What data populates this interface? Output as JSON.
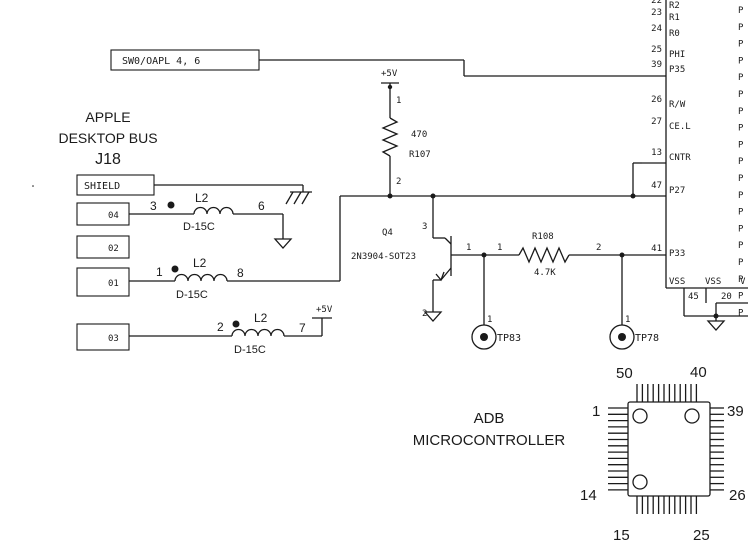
{
  "title_block": {
    "line1": "APPLE",
    "line2": "DESKTOP BUS",
    "line3": "J18"
  },
  "connector_pins": {
    "shield": "SHIELD",
    "pin4": "04",
    "pin2": "02",
    "pin1": "01",
    "pin3": "03"
  },
  "offpage": {
    "label": "SW0/OAPL 4, 6"
  },
  "inductors": {
    "a": {
      "ref": "L2",
      "type": "D-15C",
      "pin_left": "3",
      "pin_right": "6"
    },
    "b": {
      "ref": "L2",
      "type": "D-15C",
      "pin_left": "1",
      "pin_right": "8"
    },
    "c": {
      "ref": "L2",
      "type": "D-15C",
      "pin_left": "2",
      "pin_right": "7"
    }
  },
  "power": {
    "vcc1": "+5V",
    "vcc2": "+5V"
  },
  "r107": {
    "value": "470",
    "ref": "R107",
    "pin_top": "1",
    "pin_bottom": "2"
  },
  "q4": {
    "ref": "Q4",
    "part": "2N3904-SOT23",
    "pin_c": "3",
    "pin_e": "2",
    "pin_b": "1"
  },
  "r108": {
    "ref": "R108",
    "value": "4.7K",
    "pin_left": "1",
    "pin_right": "2"
  },
  "testpoints": {
    "tp83": {
      "label": "TP83",
      "pin": "1"
    },
    "tp78": {
      "label": "TP78",
      "pin": "1"
    }
  },
  "chip": {
    "pins_left": [
      {
        "num": "22",
        "name": "R2"
      },
      {
        "num": "23",
        "name": "R1"
      },
      {
        "num": "24",
        "name": "R0"
      },
      {
        "num": "25",
        "name": "PHI"
      },
      {
        "num": "39",
        "name": "P35"
      },
      {
        "num": "26",
        "name": "R/W"
      },
      {
        "num": "27",
        "name": "CE.L"
      },
      {
        "num": "13",
        "name": "CNTR"
      },
      {
        "num": "47",
        "name": "P27"
      },
      {
        "num": "41",
        "name": "P33"
      }
    ],
    "bottom_names": [
      "VSS",
      "VSS",
      "V"
    ],
    "bottom_pins": [
      "45",
      "20"
    ],
    "right_col": [
      "P",
      "P",
      "P",
      "P",
      "P",
      "P",
      "P",
      "P",
      "P",
      "P",
      "P",
      "P",
      "P",
      "P",
      "P",
      "P",
      "P",
      "P",
      "P"
    ]
  },
  "package": {
    "title1": "ADB",
    "title2": "MICROCONTROLLER",
    "n50": "50",
    "n40": "40",
    "n1": "1",
    "n39": "39",
    "n14": "14",
    "n26": "26",
    "n15": "15",
    "n25": "25"
  }
}
